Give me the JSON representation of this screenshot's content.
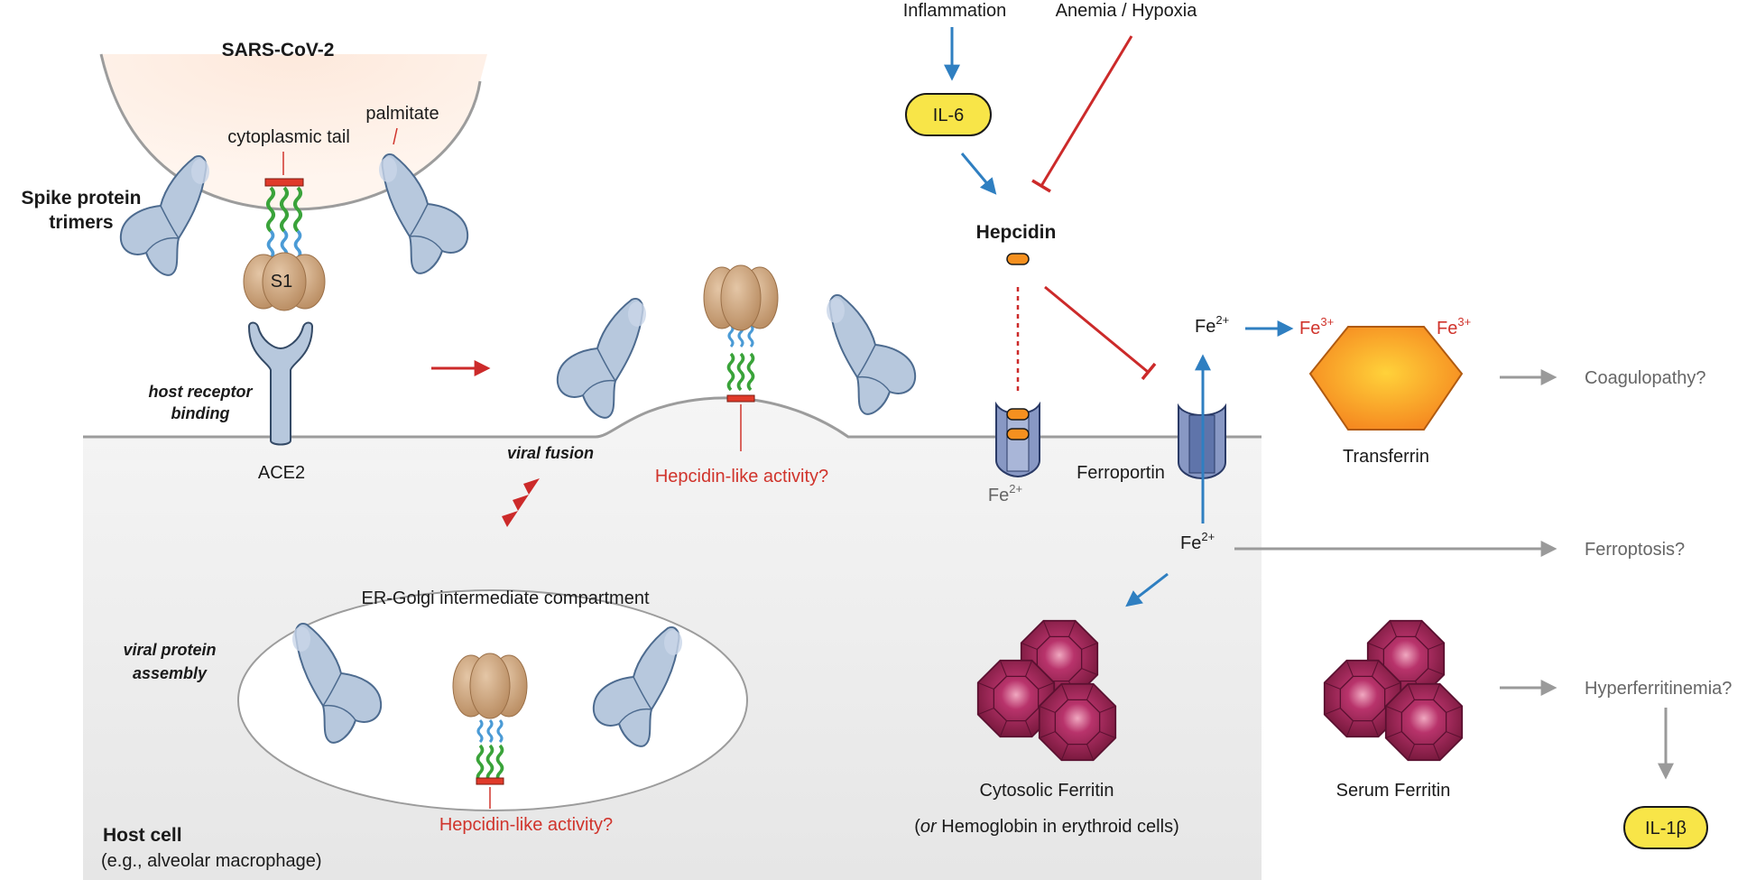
{
  "labels": {
    "virus": "SARS-CoV-2",
    "spike_trimers_1": "Spike protein",
    "spike_trimers_2": "trimers",
    "cytoplasmic_tail": "cytoplasmic tail",
    "palmitate": "palmitate",
    "s1": "S1",
    "host_receptor_1": "host receptor",
    "host_receptor_2": "binding",
    "ace2": "ACE2",
    "viral_fusion": "viral fusion",
    "hepcidin_like_1": "Hepcidin-like activity?",
    "ergic": "ER-Golgi intermediate compartment",
    "viral_assembly_1": "viral protein",
    "viral_assembly_2": "assembly",
    "hepcidin_like_2": "Hepcidin-like activity?",
    "host_cell": "Host cell",
    "host_cell_example": "(e.g., alveolar macrophage)",
    "inflammation": "Inflammation",
    "anemia": "Anemia / Hypoxia",
    "il6": "IL-6",
    "hepcidin": "Hepcidin",
    "ferroportin": "Ferroportin",
    "fe2_inactive": "Fe",
    "fe2_top": "Fe",
    "fe3_left": "Fe",
    "fe3_right": "Fe",
    "fe2_mid": "Fe",
    "sup_2plus": "2+",
    "sup_3plus": "3+",
    "transferrin": "Transferrin",
    "coagulopathy": "Coagulopathy?",
    "ferroptosis": "Ferroptosis?",
    "hyperferritinemia": "Hyperferritinemia?",
    "il1b": "IL-1β",
    "cytosolic_ferritin": "Cytosolic Ferritin",
    "or_word": "or",
    "hemoglobin_rest": " Hemoglobin in erythroid cells)",
    "open_paren": "(",
    "serum_ferritin": "Serum Ferritin"
  },
  "colors": {
    "inhibit_red": "#cc2a2a",
    "activate_blue": "#2f7fc1",
    "neutral_grey": "#9a9a9a",
    "cell_fill": "#f2f2f2",
    "spike_fill": "#b7c8dd",
    "s1_fill": "#c9a27e",
    "il_fill": "#f8e548",
    "ferritin_fill": "#8c1e4a",
    "transferrin_fill": "#f79a1e"
  }
}
